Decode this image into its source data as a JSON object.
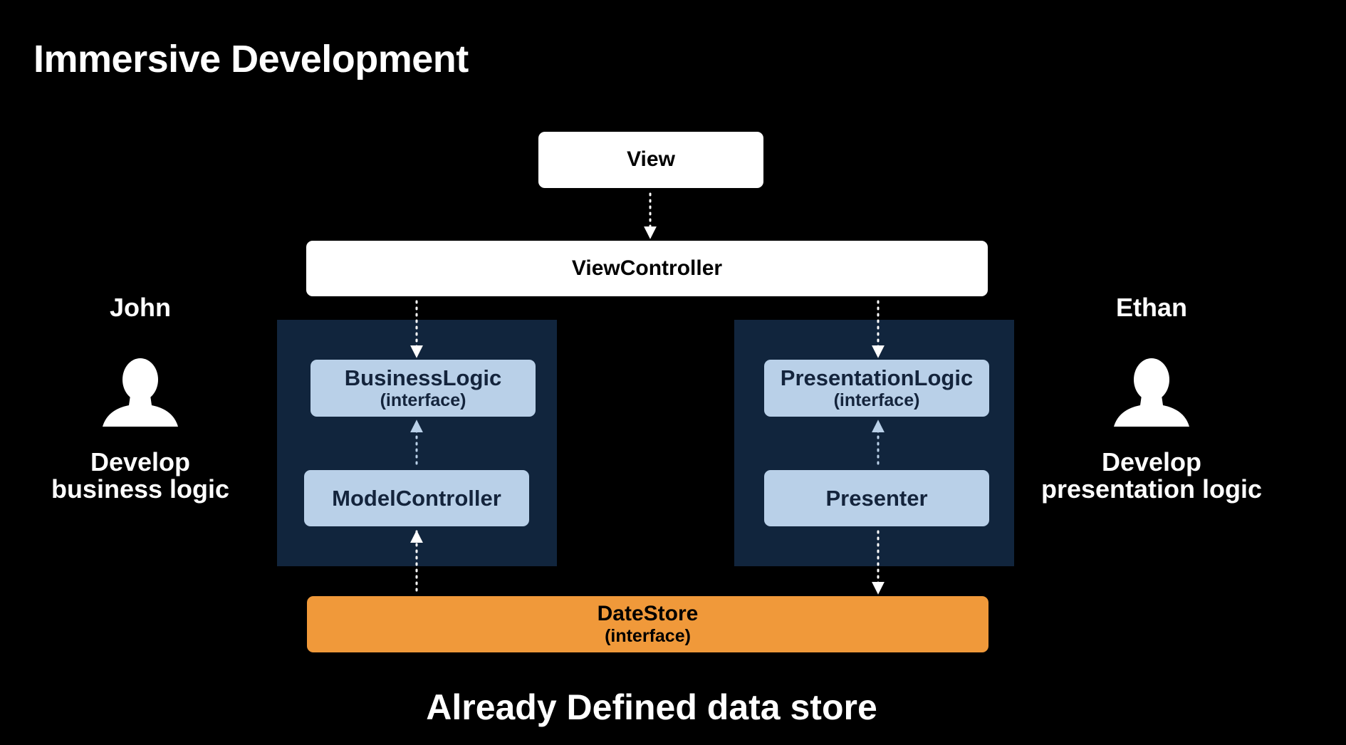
{
  "title": "Immersive Development",
  "nodes": {
    "view": "View",
    "view_controller": "ViewController",
    "business_logic": {
      "name": "BusinessLogic",
      "note": "(interface)"
    },
    "model_controller": "ModelController",
    "presentation_logic": {
      "name": "PresentationLogic",
      "note": "(interface)"
    },
    "presenter": "Presenter",
    "date_store": {
      "name": "DateStore",
      "note": "(interface)"
    }
  },
  "people": {
    "left": {
      "name": "John",
      "role_line1": "Develop",
      "role_line2": "business logic",
      "icon": "person-icon"
    },
    "right": {
      "name": "Ethan",
      "role_line1": "Develop",
      "role_line2": "presentation logic",
      "icon": "person-icon"
    }
  },
  "caption": "Already Defined data store",
  "colors": {
    "background": "#000000",
    "panel": "#11253d",
    "light_blue_box": "#b9d0e8",
    "orange_box": "#f0993a",
    "white_box": "#ffffff",
    "arrow_white": "#ffffff",
    "arrow_blue": "#b9d0e8"
  }
}
